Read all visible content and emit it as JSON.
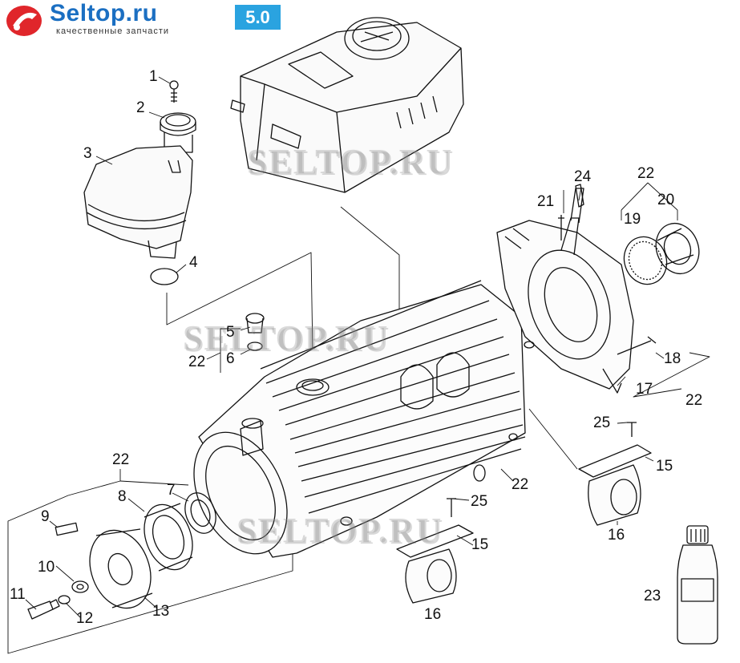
{
  "brand": {
    "name": "Seltop.ru",
    "tagline": "качественные запчасти",
    "accent": "#1b6fc2",
    "logo_color": "#e0262b"
  },
  "section_badge": {
    "label": "5.0",
    "color": "#2aa3e0"
  },
  "watermarks": [
    "SELTOP.RU",
    "SELTOP.RU",
    "SELTOP.RU"
  ],
  "callouts": [
    "1",
    "2",
    "3",
    "4",
    "5",
    "22",
    "6",
    "24",
    "22",
    "21",
    "20",
    "19",
    "18",
    "17",
    "22",
    "25",
    "15",
    "22",
    "16",
    "22",
    "8",
    "7",
    "9",
    "25",
    "15",
    "10",
    "11",
    "12",
    "13",
    "16",
    "23"
  ]
}
